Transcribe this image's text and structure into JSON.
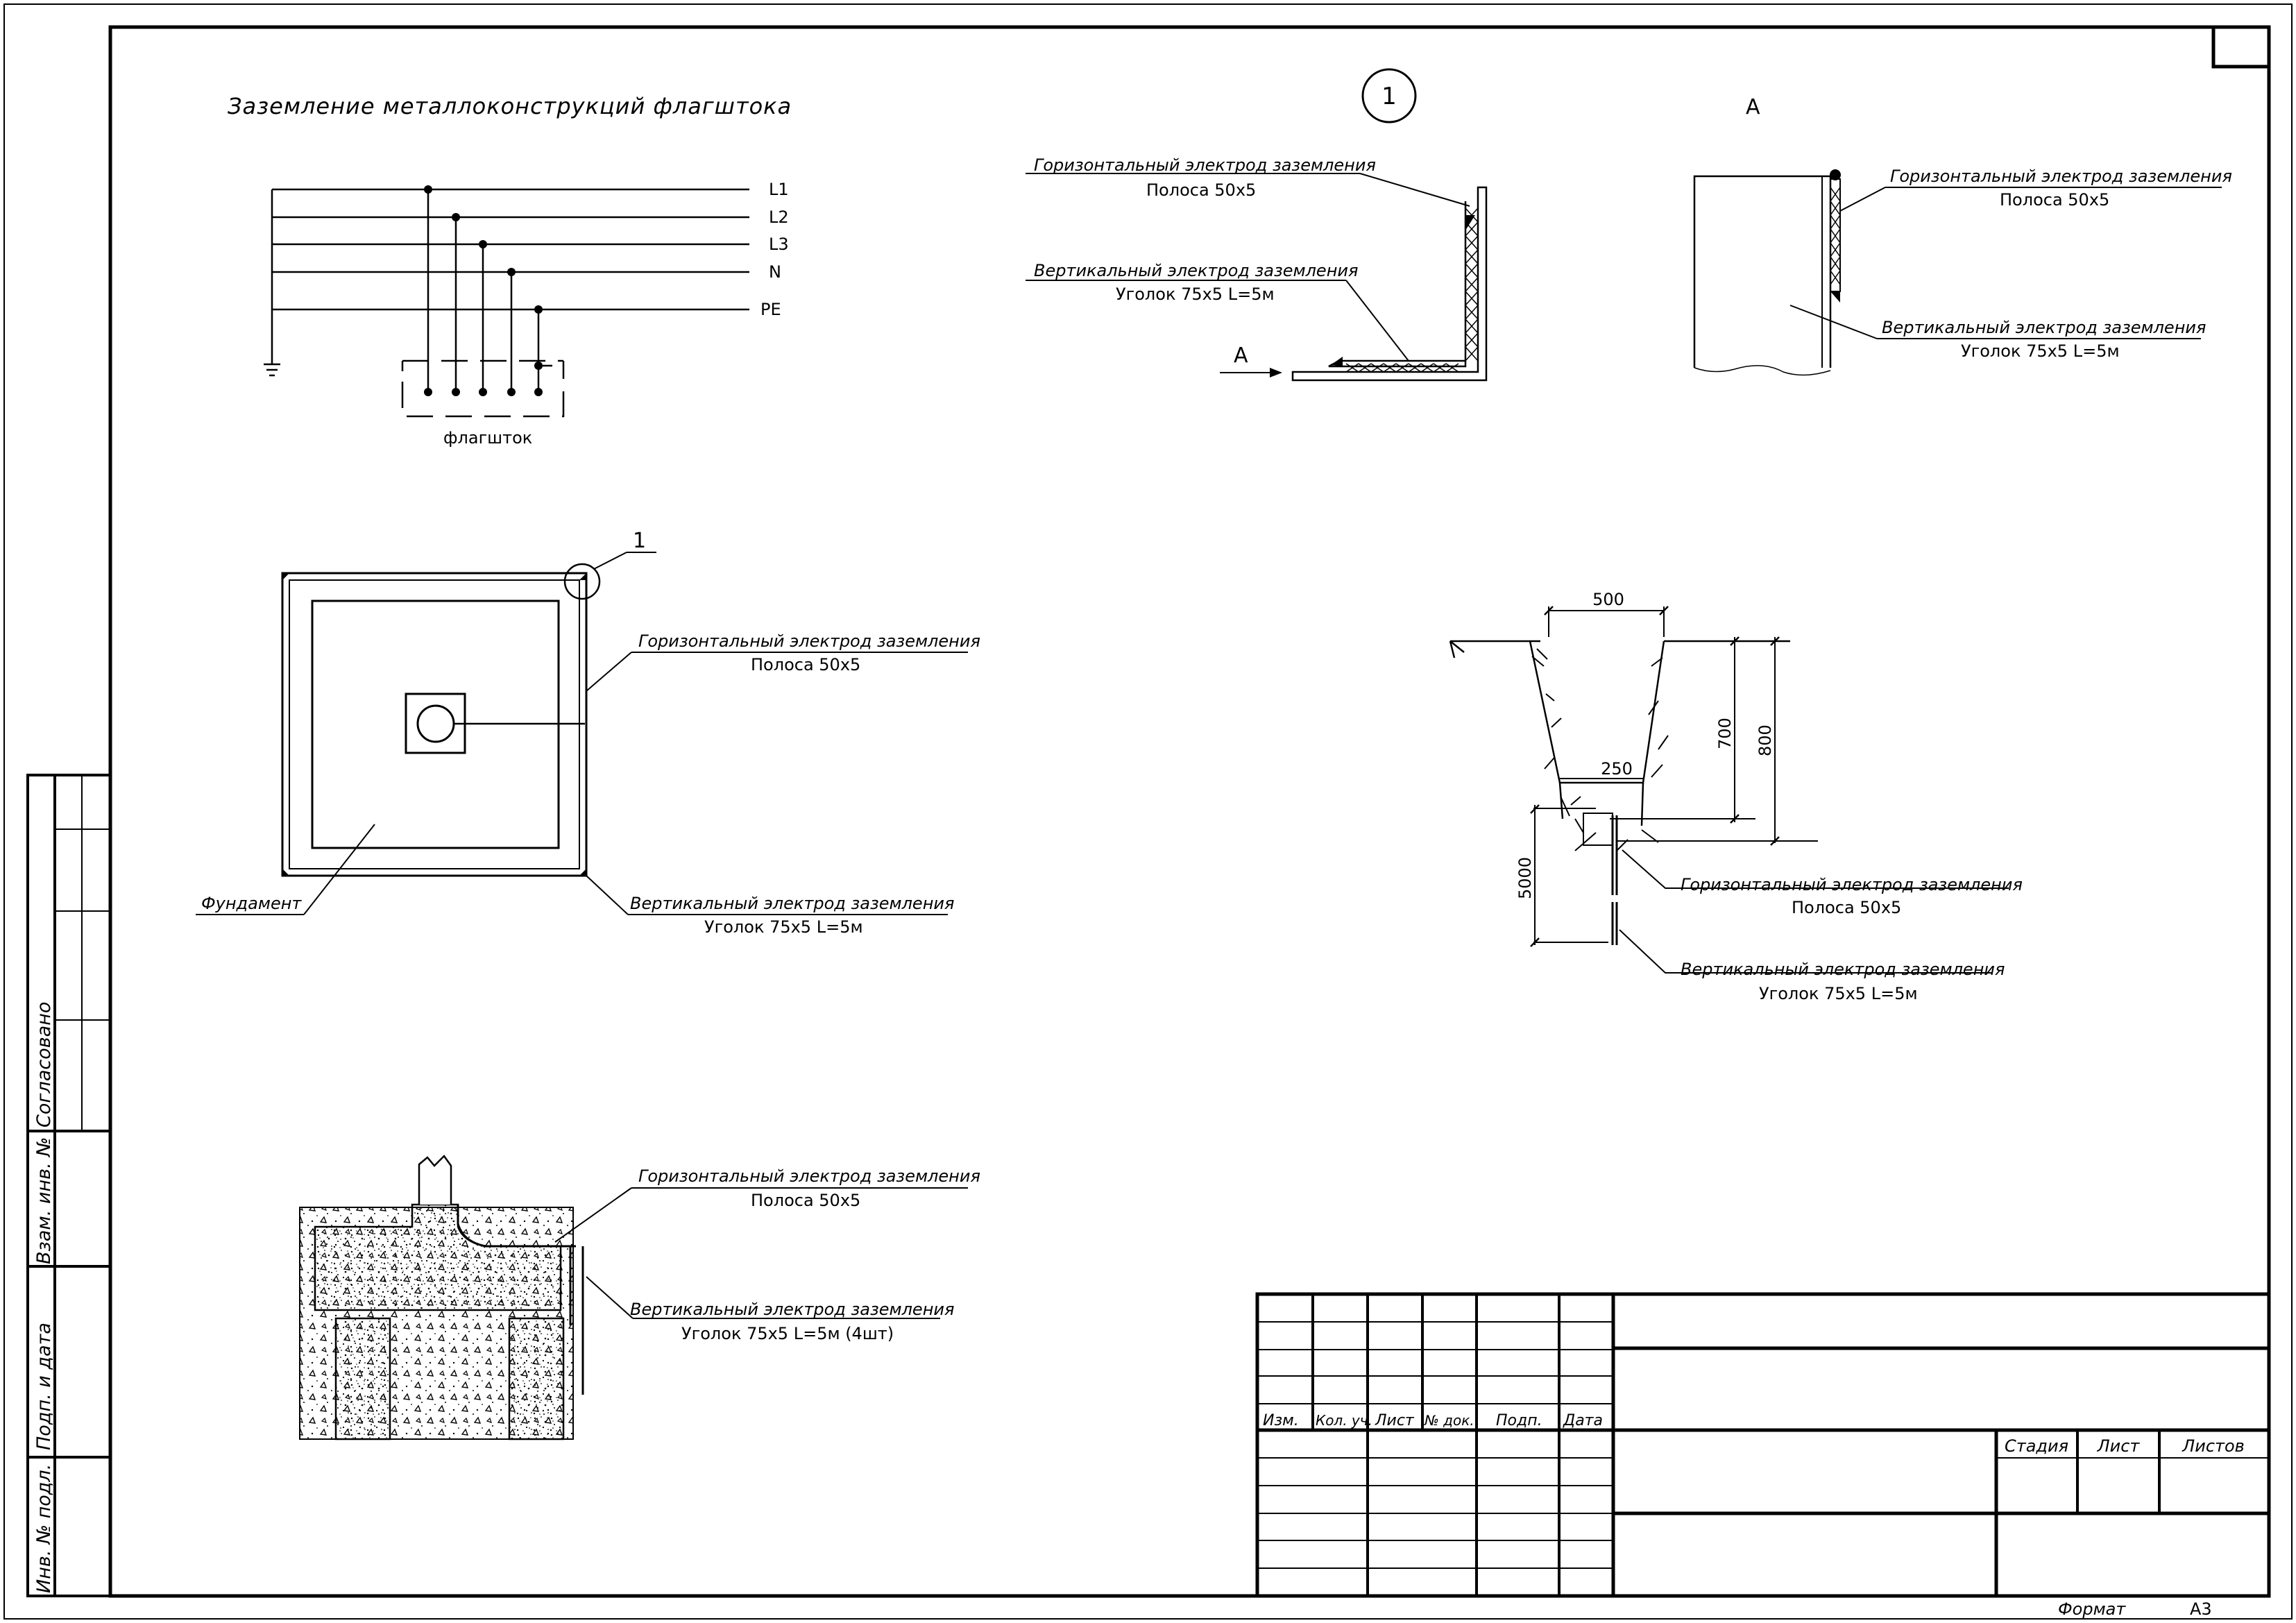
{
  "title": "Заземление металлоконструкций флагштока",
  "schematic": {
    "lines": [
      "L1",
      "L2",
      "L3",
      "N",
      "PE"
    ],
    "pole_label": "флагшток"
  },
  "callouts": {
    "h_electrode": "Горизонтальный электрод заземления",
    "h_spec": "Полоса 50х5",
    "v_electrode": "Вертикальный электрод заземления",
    "v_spec": "Уголок 75х5 L=5м",
    "v_spec_4": "Уголок 75х5 L=5м (4шт)",
    "foundation": "Фундамент"
  },
  "detail": {
    "number": "1",
    "view_label": "А",
    "plan_marker": "1"
  },
  "trench": {
    "dim_top": "500",
    "dim_bottom": "250",
    "dim_700": "700",
    "dim_800": "800",
    "dim_5000": "5000"
  },
  "stamp": {
    "side_labels": [
      "Согласовано",
      "Взам. инв. №",
      "Подп. и дата",
      "Инв. № подл."
    ],
    "headers": [
      "Изм.",
      "Кол. уч.",
      "Лист",
      "№ док.",
      "Подп.",
      "Дата"
    ],
    "stage_headers": [
      "Стадия",
      "Лист",
      "Листов"
    ],
    "format_label": "Формат",
    "format_value": "А3"
  }
}
